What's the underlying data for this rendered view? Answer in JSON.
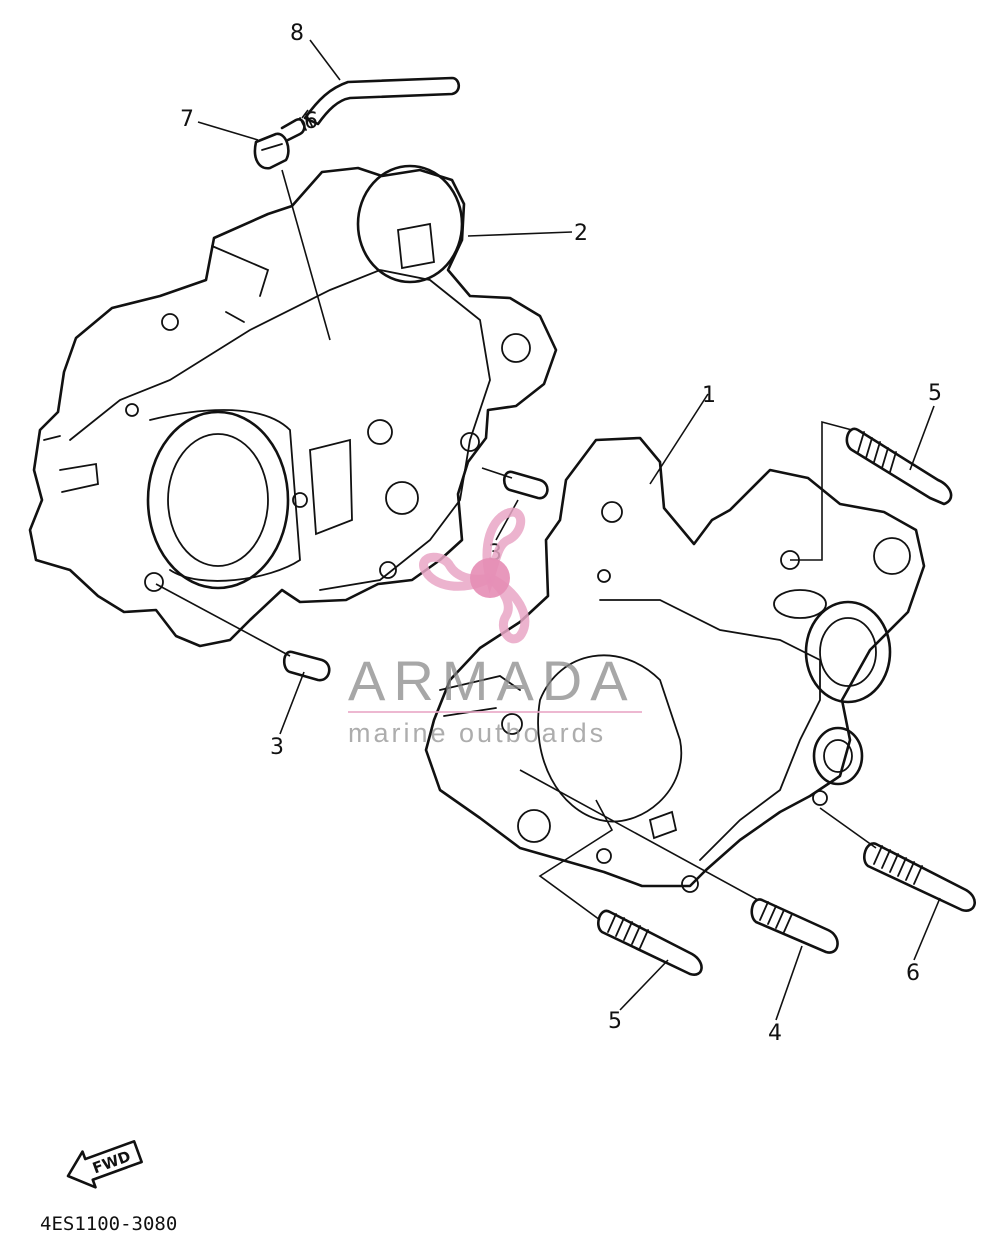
{
  "diagram": {
    "callouts": [
      {
        "id": "c8",
        "label": "8"
      },
      {
        "id": "c7",
        "label": "7"
      },
      {
        "id": "c6a",
        "label": "6"
      },
      {
        "id": "c2",
        "label": "2"
      },
      {
        "id": "c1",
        "label": "1"
      },
      {
        "id": "c5a",
        "label": "5"
      },
      {
        "id": "c3a",
        "label": "3"
      },
      {
        "id": "c3b",
        "label": "3"
      },
      {
        "id": "c6b",
        "label": "6"
      },
      {
        "id": "c5b",
        "label": "5"
      },
      {
        "id": "c4",
        "label": "4"
      }
    ],
    "direction_marker": "FWD",
    "reference_code": "4ES1100-3080"
  },
  "watermark": {
    "brand": "ARMADA",
    "tagline": "marine outboards",
    "colors": {
      "accent": "#e9a6c6",
      "core": "#e58db5",
      "text": "#8a8a8a"
    },
    "icon": "propeller-icon"
  }
}
